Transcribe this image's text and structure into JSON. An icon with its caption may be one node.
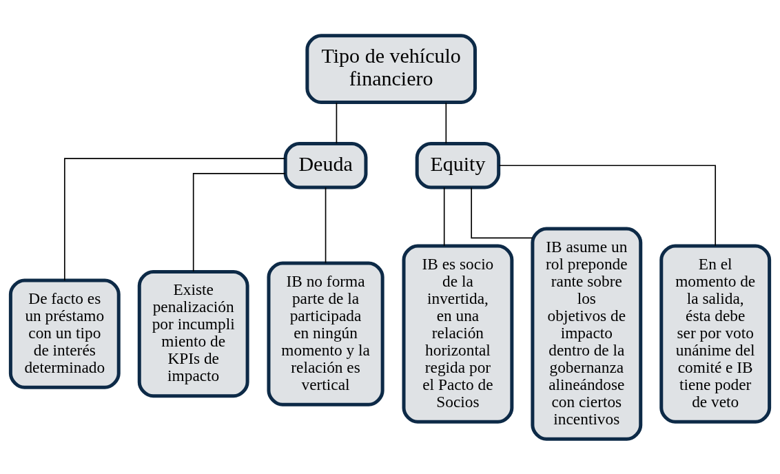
{
  "diagram": {
    "nodes": [
      {
        "text": [
          "Tipo de vehículo financiero"
        ]
      },
      {
        "text": [
          "Deuda"
        ]
      },
      {
        "text": [
          "Equity"
        ]
      },
      {
        "text": [
          "De facto es un préstamo con un tipo de interés determinado"
        ]
      },
      {
        "text": [
          "Existe penalización por incumplimiento de KPIs de impacto"
        ]
      },
      {
        "text": [
          "IB no forma parte de la participada en ningún momento y la relación es vertical"
        ]
      },
      {
        "text": [
          "IB es socio de la invertida, en una relación horizontal regida por el Pacto de Socios"
        ]
      },
      {
        "text": [
          "IB asume un rol preponderante sobre los objetivos de impacto dentro de la gobernanza alineándose con ciertos incentivos"
        ]
      },
      {
        "text": [
          "En el momento de la salida, ésta debe ser por voto unánime del comité e IB tiene poder de veto"
        ]
      }
    ],
    "edges": [
      {
        "from": 0,
        "to": 1,
        "arrow": "none"
      },
      {
        "from": 0,
        "to": 2,
        "arrow": "none"
      },
      {
        "from": 1,
        "to": 3,
        "arrow": "none"
      },
      {
        "from": 1,
        "to": 4,
        "arrow": "none"
      },
      {
        "from": 1,
        "to": 5,
        "arrow": "none"
      },
      {
        "from": 2,
        "to": 6,
        "arrow": "none"
      },
      {
        "from": 2,
        "to": 7,
        "arrow": "none"
      },
      {
        "from": 2,
        "to": 8,
        "arrow": "none"
      }
    ]
  }
}
